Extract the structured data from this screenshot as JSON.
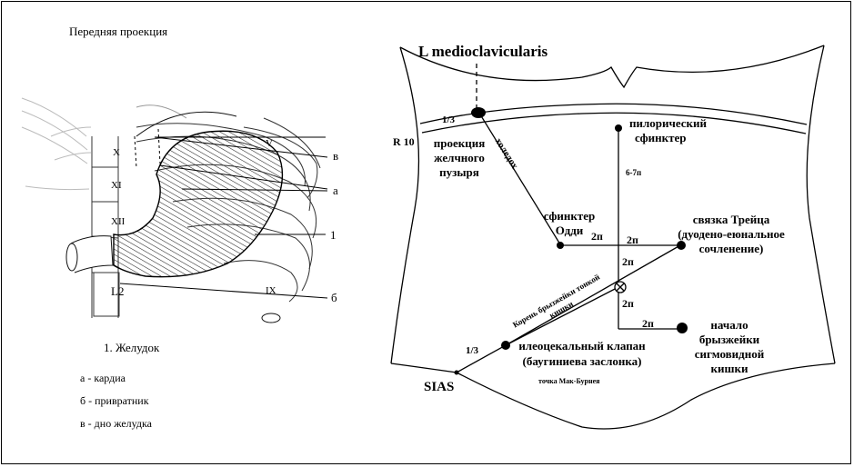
{
  "left": {
    "caption_top": "Передняя проекция",
    "vertebrae": [
      "X",
      "XI",
      "XII",
      "L2"
    ],
    "ribs": [
      "V",
      "IX"
    ],
    "pointer_labels": {
      "v": "в",
      "a": "а",
      "one": "1",
      "b": "б"
    },
    "figure_title": "1. Желудок",
    "legend": [
      "а - кардиа",
      "б - привратник",
      "в - дно желудка"
    ]
  },
  "right": {
    "line_title": "L medioclavicularis",
    "r10": "R 10",
    "fraction_top": "1/3",
    "gallbladder": [
      "проекция",
      "желчного",
      "пузыря"
    ],
    "choledoch": "холедох",
    "pyloric": [
      "пилорический",
      "сфинктер"
    ],
    "dist_67": "6-7п",
    "oddi": [
      "сфинктер",
      "Одди"
    ],
    "treitz": [
      "связка Трейца",
      "(дуодено-еюнальное",
      "сочленение)"
    ],
    "dist_2p": "2п",
    "mesentery_root": [
      "Корень брызжейки тонкой",
      "кишки"
    ],
    "sigmoid": [
      "начало",
      "брызжейки",
      "сигмовидной",
      "кишки"
    ],
    "fraction_bottom": "1/3",
    "ileocecal": [
      "илеоцекальный клапан",
      "(баугиниева заслонка)"
    ],
    "mcburney": "точка Мак-Бурнея",
    "sias": "SIAS"
  }
}
